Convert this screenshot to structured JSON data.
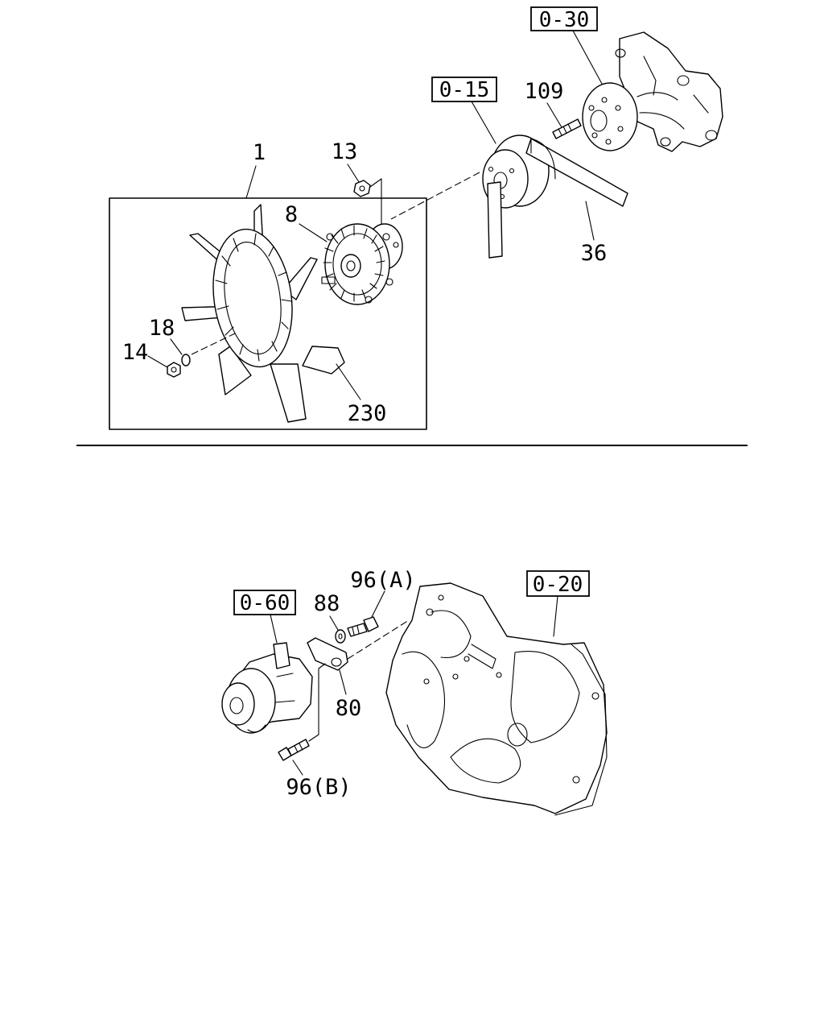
{
  "section_refs": {
    "ref_0_30": "0-30",
    "ref_0_15": "0-15",
    "ref_0_60": "0-60",
    "ref_0_20": "0-20"
  },
  "part_labels": {
    "p1": "1",
    "p13": "13",
    "p109": "109",
    "p8": "8",
    "p36": "36",
    "p18": "18",
    "p14": "14",
    "p230": "230",
    "p96a": "96(A)",
    "p88": "88",
    "p80": "80",
    "p96b": "96(B)"
  }
}
